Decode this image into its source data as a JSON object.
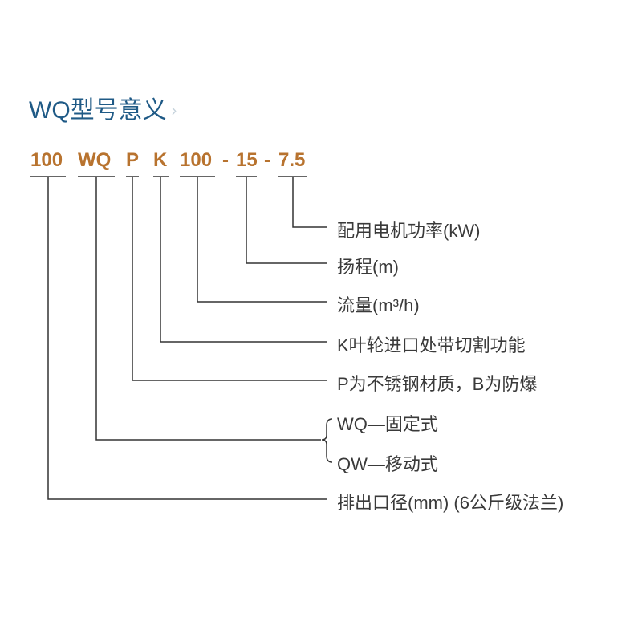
{
  "title": "WQ型号意义",
  "title_arrow": "›",
  "model_code": {
    "parts": [
      "100",
      "WQ",
      "P",
      "K",
      "100",
      "-",
      "15",
      "-",
      "7.5"
    ]
  },
  "labels": {
    "power": "配用电机功率(kW)",
    "head": "扬程(m)",
    "flow": "流量(m³/h)",
    "k": "K叶轮进口处带切割功能",
    "p": "P为不锈钢材质，B为防爆",
    "wq": "WQ—固定式",
    "qw": "QW—移动式",
    "outlet": "排出口径(mm) (6公斤级法兰)"
  },
  "colors": {
    "title": "#1f5a86",
    "code": "#b8732f",
    "text": "#3a3a3a",
    "line": "#333333"
  }
}
